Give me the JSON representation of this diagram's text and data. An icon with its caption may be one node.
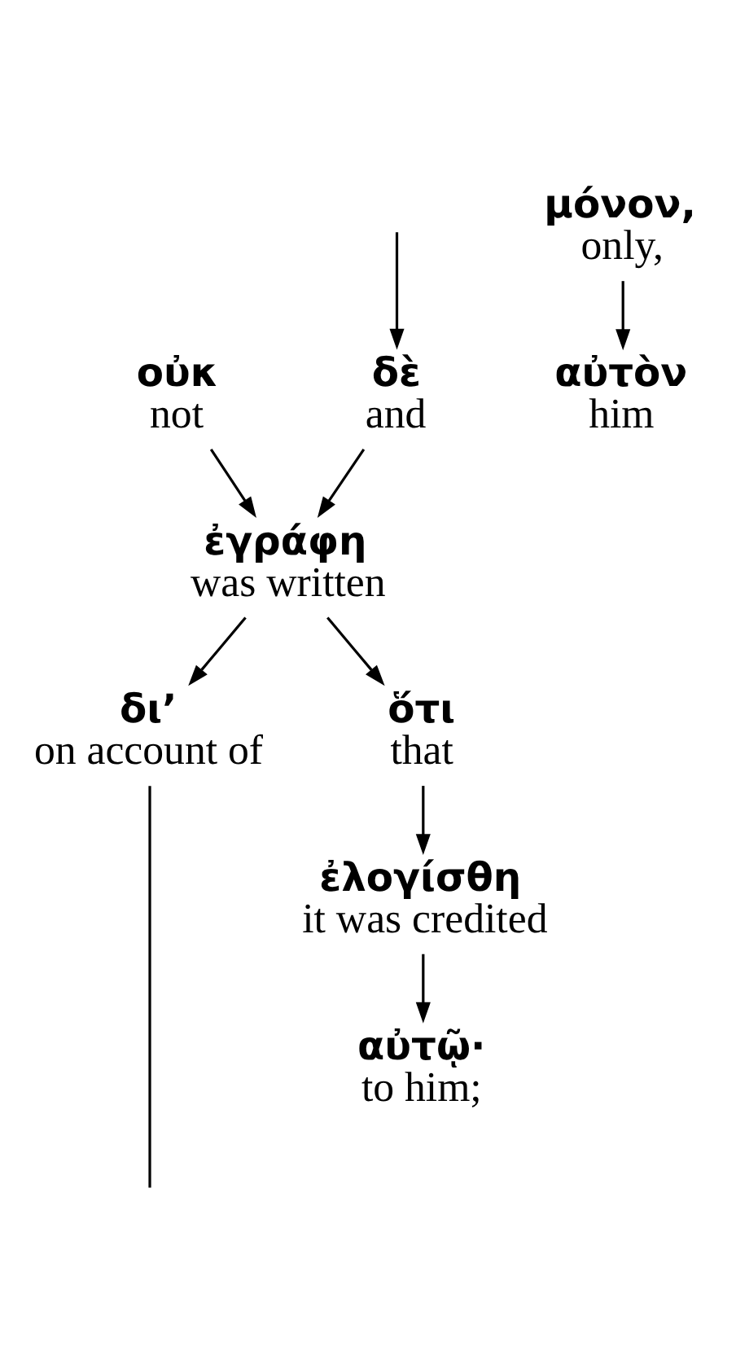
{
  "diagram": {
    "nodes": [
      {
        "text": [
          "οὐκ",
          "not"
        ]
      },
      {
        "text": [
          "ἐγράφη",
          "was written"
        ]
      },
      {
        "text": [
          "δὲ",
          "and"
        ]
      },
      {
        "text": [
          "δι’",
          "on account of"
        ]
      },
      {
        "text": [
          "αὐτὸν",
          "him"
        ]
      },
      {
        "text": [
          "μόνον,",
          "only,"
        ]
      },
      {
        "text": [
          "ὅτι",
          "that"
        ]
      },
      {
        "text": [
          "ἐλογίσθη",
          "it was credited"
        ]
      },
      {
        "text": [
          "αὐτῷ·",
          "to him;"
        ]
      }
    ],
    "edges": [
      {
        "from": null,
        "to": 2,
        "arrow": "to"
      },
      {
        "from": 0,
        "to": 1,
        "arrow": "to"
      },
      {
        "from": 2,
        "to": 1,
        "arrow": "to"
      },
      {
        "from": 1,
        "to": 3,
        "arrow": "to"
      },
      {
        "from": 5,
        "to": 4,
        "arrow": "to"
      },
      {
        "from": 1,
        "to": 6,
        "arrow": "to"
      },
      {
        "from": 6,
        "to": 7,
        "arrow": "to"
      },
      {
        "from": 7,
        "to": 8,
        "arrow": "to"
      },
      {
        "from": 3,
        "to": null,
        "arrow": "none"
      }
    ]
  }
}
